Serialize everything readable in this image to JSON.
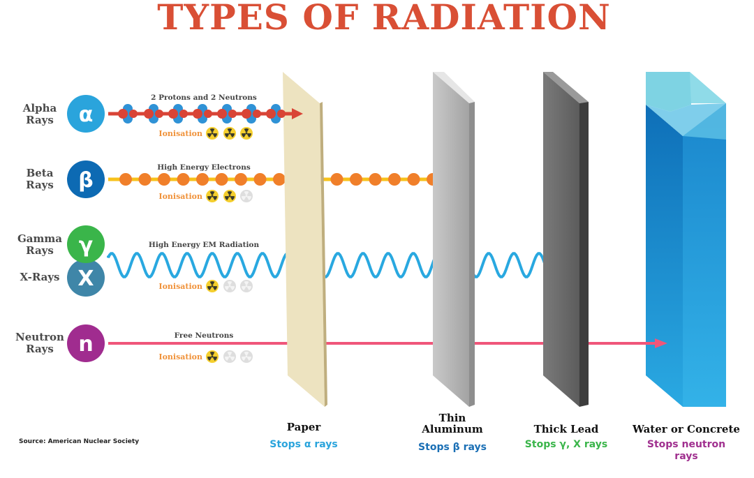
{
  "title": "TYPES OF RADIATION",
  "source": "Source: American Nuclear Society",
  "ionisation_label": "Ionisation",
  "rays": [
    {
      "name_line1": "Alpha",
      "name_line2": "Rays",
      "symbol": "α",
      "color": "#2aa4dc",
      "description": "2 Protons and 2 Neutrons",
      "ionisation_level": 3
    },
    {
      "name_line1": "Beta",
      "name_line2": "Rays",
      "symbol": "β",
      "color": "#0d6ab3",
      "description": "High Energy Electrons",
      "ionisation_level": 2
    },
    {
      "name_line1": "Gamma",
      "name_line2": "Rays",
      "symbol": "γ",
      "color": "#3ab54a",
      "description": "High Energy EM Radiation",
      "ionisation_level": 1
    },
    {
      "name_line1": "X-Rays",
      "symbol": "X",
      "color": "#3f86a8"
    },
    {
      "name_line1": "Neutron",
      "name_line2": "Rays",
      "symbol": "n",
      "color": "#a02c8f",
      "description": "Free Neutrons",
      "ionisation_level": 1
    }
  ],
  "barriers": [
    {
      "name": "Paper",
      "stops": "Stops α rays",
      "color": "#2aa4dc"
    },
    {
      "name_line1": "Thin",
      "name_line2": "Aluminum",
      "stops": "Stops β rays",
      "color": "#1a6fb5"
    },
    {
      "name": "Thick Lead",
      "stops": "Stops γ, X rays",
      "color": "#3ab54a"
    },
    {
      "name": "Water or Concrete",
      "stops_line1": "Stops neutron",
      "stops_line2": "rays",
      "color": "#a0308f"
    }
  ]
}
